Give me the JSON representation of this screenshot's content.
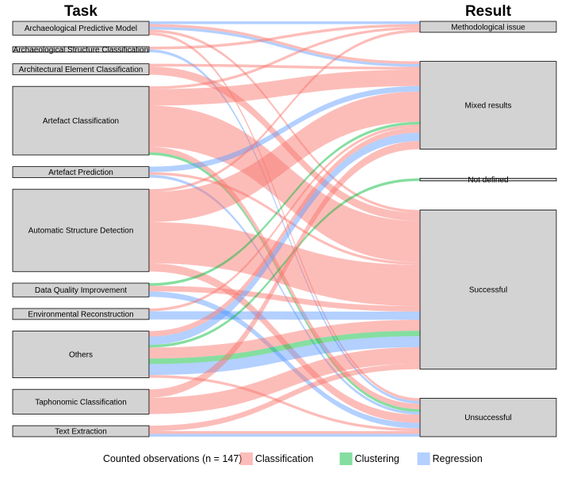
{
  "chart_data": {
    "type": "alluvial",
    "axis_titles": {
      "left": "Task",
      "right": "Result"
    },
    "total_observations": 147,
    "legend": {
      "title": "Counted observations (n = 147)",
      "items": [
        {
          "name": "Classification",
          "color": "#f8766d"
        },
        {
          "name": "Clustering",
          "color": "#00ba38"
        },
        {
          "name": "Regression",
          "color": "#619cff"
        }
      ]
    },
    "tasks": [
      "Archaeological Predictive Model",
      "Archaeological Structure Classification",
      "Architectural Element Classification",
      "Artefact Classification",
      "Artefact Prediction",
      "Automatic Structure Detection",
      "Data Quality Improvement",
      "Environmental Reconstruction",
      "Others",
      "Taphonomic Classification",
      "Text Extraction"
    ],
    "results": [
      "Methodological issue",
      "Mixed results",
      "Not defined",
      "Successful",
      "Unsuccessful"
    ],
    "flows": [
      {
        "task": "Archaeological Predictive Model",
        "method": "Classification",
        "result": "Mixed results",
        "count": 1
      },
      {
        "task": "Archaeological Predictive Model",
        "method": "Classification",
        "result": "Successful",
        "count": 1
      },
      {
        "task": "Archaeological Predictive Model",
        "method": "Classification",
        "result": "Unsuccessful",
        "count": 1
      },
      {
        "task": "Archaeological Predictive Model",
        "method": "Regression",
        "result": "Methodological issue",
        "count": 1
      },
      {
        "task": "Archaeological Predictive Model",
        "method": "Regression",
        "result": "Mixed results",
        "count": 1
      },
      {
        "task": "Archaeological Structure Classification",
        "method": "Classification",
        "result": "Methodological issue",
        "count": 1
      },
      {
        "task": "Archaeological Structure Classification",
        "method": "Regression",
        "result": "Unsuccessful",
        "count": 1
      },
      {
        "task": "Architectural Element Classification",
        "method": "Classification",
        "result": "Mixed results",
        "count": 1
      },
      {
        "task": "Architectural Element Classification",
        "method": "Classification",
        "result": "Successful",
        "count": 3
      },
      {
        "task": "Artefact Classification",
        "method": "Classification",
        "result": "Methodological issue",
        "count": 1
      },
      {
        "task": "Artefact Classification",
        "method": "Classification",
        "result": "Mixed results",
        "count": 6
      },
      {
        "task": "Artefact Classification",
        "method": "Classification",
        "result": "Successful",
        "count": 15
      },
      {
        "task": "Artefact Classification",
        "method": "Classification",
        "result": "Unsuccessful",
        "count": 2
      },
      {
        "task": "Artefact Classification",
        "method": "Clustering",
        "result": "Unsuccessful",
        "count": 1
      },
      {
        "task": "Artefact Prediction",
        "method": "Classification",
        "result": "Successful",
        "count": 1
      },
      {
        "task": "Artefact Prediction",
        "method": "Regression",
        "result": "Mixed results",
        "count": 2
      },
      {
        "task": "Artefact Prediction",
        "method": "Regression",
        "result": "Unsuccessful",
        "count": 1
      },
      {
        "task": "Automatic Structure Detection",
        "method": "Classification",
        "result": "Methodological issue",
        "count": 1
      },
      {
        "task": "Automatic Structure Detection",
        "method": "Classification",
        "result": "Mixed results",
        "count": 11
      },
      {
        "task": "Automatic Structure Detection",
        "method": "Classification",
        "result": "Successful",
        "count": 15
      },
      {
        "task": "Automatic Structure Detection",
        "method": "Classification",
        "result": "Unsuccessful",
        "count": 3
      },
      {
        "task": "Data Quality Improvement",
        "method": "Classification",
        "result": "Successful",
        "count": 2
      },
      {
        "task": "Data Quality Improvement",
        "method": "Clustering",
        "result": "Mixed results",
        "count": 1
      },
      {
        "task": "Data Quality Improvement",
        "method": "Regression",
        "result": "Unsuccessful",
        "count": 2
      },
      {
        "task": "Environmental Reconstruction",
        "method": "Classification",
        "result": "Mixed results",
        "count": 1
      },
      {
        "task": "Environmental Reconstruction",
        "method": "Regression",
        "result": "Successful",
        "count": 3
      },
      {
        "task": "Others",
        "method": "Classification",
        "result": "Mixed results",
        "count": 2
      },
      {
        "task": "Others",
        "method": "Classification",
        "result": "Successful",
        "count": 4
      },
      {
        "task": "Others",
        "method": "Classification",
        "result": "Unsuccessful",
        "count": 1
      },
      {
        "task": "Others",
        "method": "Clustering",
        "result": "Not defined",
        "count": 1
      },
      {
        "task": "Others",
        "method": "Clustering",
        "result": "Successful",
        "count": 2
      },
      {
        "task": "Others",
        "method": "Regression",
        "result": "Mixed results",
        "count": 3
      },
      {
        "task": "Others",
        "method": "Regression",
        "result": "Successful",
        "count": 4
      },
      {
        "task": "Taphonomic Classification",
        "method": "Classification",
        "result": "Mixed results",
        "count": 3
      },
      {
        "task": "Taphonomic Classification",
        "method": "Classification",
        "result": "Successful",
        "count": 6
      },
      {
        "task": "Text Extraction",
        "method": "Classification",
        "result": "Successful",
        "count": 2
      },
      {
        "task": "Text Extraction",
        "method": "Classification",
        "result": "Unsuccessful",
        "count": 1
      },
      {
        "task": "Text Extraction",
        "method": "Regression",
        "result": "Unsuccessful",
        "count": 1
      }
    ]
  }
}
